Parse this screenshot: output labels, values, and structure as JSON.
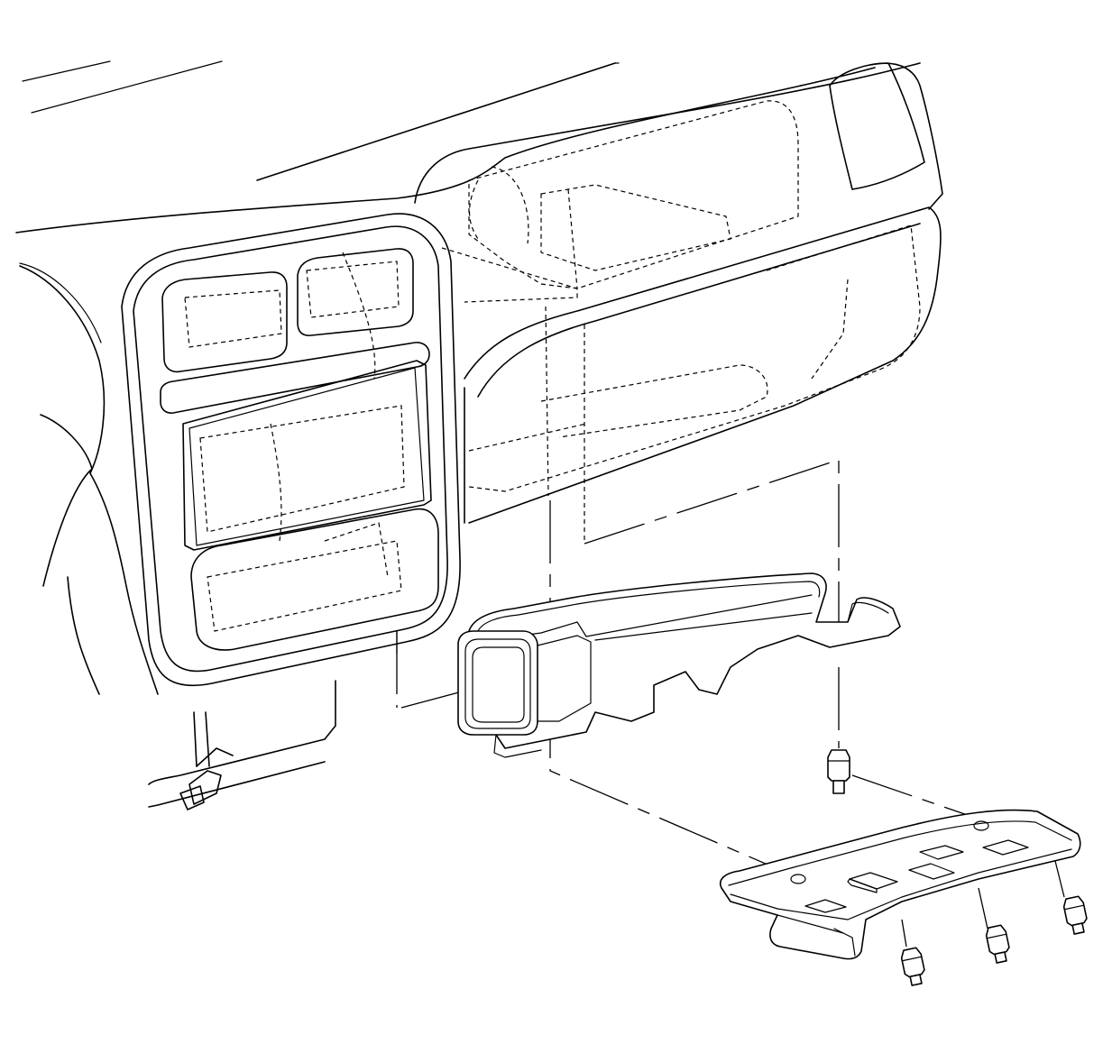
{
  "diagram": {
    "kind": "exploded-view line drawing",
    "subject": "instrument-panel-lower-duct-and-tray",
    "parts": [
      {
        "id": "instrument-panel",
        "icon": "dashboard-outline"
      },
      {
        "id": "center-stack-bezel",
        "icon": "bezel-outline"
      },
      {
        "id": "glove-box-area",
        "icon": "glovebox-outline"
      },
      {
        "id": "air-duct",
        "icon": "duct-outline"
      },
      {
        "id": "floor-tray",
        "icon": "tray-outline"
      },
      {
        "id": "push-pin-fasteners",
        "count": 4,
        "icon": "push-pin"
      }
    ],
    "colors": {
      "line": "#000000",
      "background": "#ffffff"
    }
  }
}
